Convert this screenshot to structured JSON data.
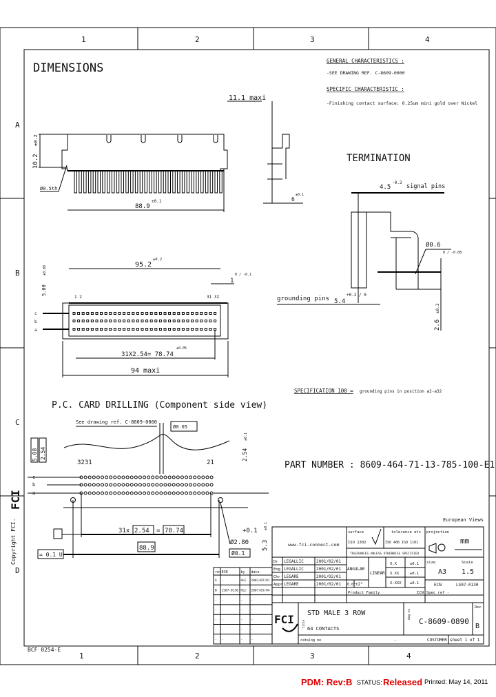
{
  "frame": {
    "columns": [
      "1",
      "2",
      "3",
      "4"
    ],
    "rows": [
      "A",
      "B",
      "C",
      "D"
    ],
    "copyright": "Copyright FCI.",
    "form_ref": "BCF 0254-E"
  },
  "dimensions_view": {
    "title": "DIMENSIONS",
    "height": "10.2",
    "height_tol": "±0.2",
    "hole": "Ø0.5th",
    "length": "88.9",
    "length_tol": "±0.1",
    "max_depth": "11.1 maxi",
    "side_dim": "6",
    "side_tol": "±0.1"
  },
  "general": {
    "heading": "GENERAL CHARACTERISTICS :",
    "ref": "-SEE DRAWING REF. C-8609-0000",
    "specific_heading": "SPECIFIC CHARACTERISTIC :",
    "finish": "-Finishing contact surface:   0.25um mini gold over Nickel"
  },
  "termination": {
    "title": "TERMINATION",
    "signal": "4.5",
    "signal_tol": "-0.2",
    "signal_label": "signal pins",
    "pin_dia": "Ø0.6",
    "pin_dia_tol": "0 / -0.08",
    "grounding_label": "grounding pins",
    "grounding": "5.4",
    "grounding_tol": "+0.2 / 0",
    "height": "2.6",
    "height_tol": "±0.3"
  },
  "top_view": {
    "width": "95.2",
    "width_tol": "±0.2",
    "offset": "1",
    "offset_tol": "0 / -0.1",
    "pitch_v": "5.08",
    "pitch_v_tol": "±0.08",
    "row_labels": [
      "c",
      "b",
      "a"
    ],
    "pin_left": "1 2",
    "pin_right": "31 32",
    "pitch_total": "31X2.54= 78.74",
    "pitch_tol": "±0.05",
    "overall": "94 maxi",
    "pins_per_row": 32
  },
  "spec": {
    "label": "SPECIFICATION 100 =",
    "text": "grounding pins in position a2-a32"
  },
  "part_number": "PART NUMBER : 8609-464-71-13-785-100-E1",
  "drilling": {
    "title": "P.C. CARD DRILLING (Component side view)",
    "ref": "See drawing ref. C-8609-0000",
    "position_tol": "Ø0.05",
    "dim_a": "5.08",
    "dim_b": "2.54",
    "label_left": "3231",
    "label_right": "21",
    "row_labels": [
      "c",
      "b",
      "a"
    ],
    "vert": "2.54",
    "vert_tol": "±0.1",
    "pitch_count": "31x",
    "pitch": "2.54",
    "pitch_eq": "=",
    "pitch_total": "78.74",
    "span": "88.9",
    "hole": "Ø2.80",
    "hole_tol": "+0.1",
    "hole_pos": "Ø0.1",
    "side": "5.3",
    "side_tol": "±0.1",
    "flatness": "= 0.1 U",
    "datum": "U"
  },
  "title_block": {
    "views": "European Views",
    "website": "www.fci-connect.com",
    "surface_label": "surface",
    "surface_std": "ISO 1302",
    "tolerance_label": "tolerance etc",
    "tolerance_std": "ISO 406  ISO 1101",
    "tolerances_note": "TOLERANCES UNLESS OTHERWISE SPECIFIED",
    "projection_label": "projection",
    "unit": "mm",
    "people": [
      {
        "role": "Dr",
        "name": "LEGALLIC",
        "date": "2001/02/01"
      },
      {
        "role": "Eng",
        "name": "LEGALLIC",
        "date": "2001/02/01"
      },
      {
        "role": "Chr",
        "name": "LEGARE",
        "date": "2001/02/01"
      },
      {
        "role": "Appr",
        "name": "LEGARE",
        "date": "2001/02/01"
      }
    ],
    "angular": "ANGULAR",
    "angular_tol": "±2°",
    "angular_unit": "0.0°",
    "linear": "LINEAR",
    "linear_rows": [
      {
        "fmt": "X.X",
        "tol": "±0.1"
      },
      {
        "fmt": "X.XX",
        "tol": "±0.1"
      },
      {
        "fmt": "X.XXX",
        "tol": "±0.1"
      }
    ],
    "format_label": "size",
    "format": "A3",
    "scale_label": "Scale",
    "scale": "1.5",
    "ecn_label": "ECN",
    "ecn": "LS07-0130",
    "product_family": "Product Family",
    "icn": "ICN",
    "spec_ref": "Spec ref  -",
    "title_label": "title",
    "title": "STD MALE 3 ROW",
    "subtitle": "64 CONTACTS",
    "dwg_label": "dwg no",
    "dwg_no": "C-8609-0890",
    "rev_label": "Rev.",
    "rev": "B",
    "catalog": "catalog no",
    "catalog_val": "-",
    "customer": "CUSTOMER",
    "sheet": "sheet 1 of 1",
    "logo": "FCI"
  },
  "revisions": {
    "headers": [
      "rev",
      "ECN",
      "by",
      "date"
    ],
    "rows": [
      [
        "A",
        "-",
        "HLE",
        "2001/02/01"
      ],
      [
        "B",
        "LS07-0130",
        "HLE",
        "2007/05/04"
      ],
      [
        "-",
        "-",
        "-",
        "-"
      ],
      [
        "-",
        "-",
        "-",
        "-"
      ],
      [
        "-",
        "-",
        "-",
        "-"
      ],
      [
        "-",
        "-",
        "-",
        "-"
      ],
      [
        "-",
        "-",
        "-",
        "-"
      ]
    ]
  },
  "status": {
    "pdm": "PDM: Rev:B",
    "status_label": "STATUS:",
    "status": "Released",
    "printed": "Printed: May 14, 2011",
    "color": "#e00000"
  }
}
